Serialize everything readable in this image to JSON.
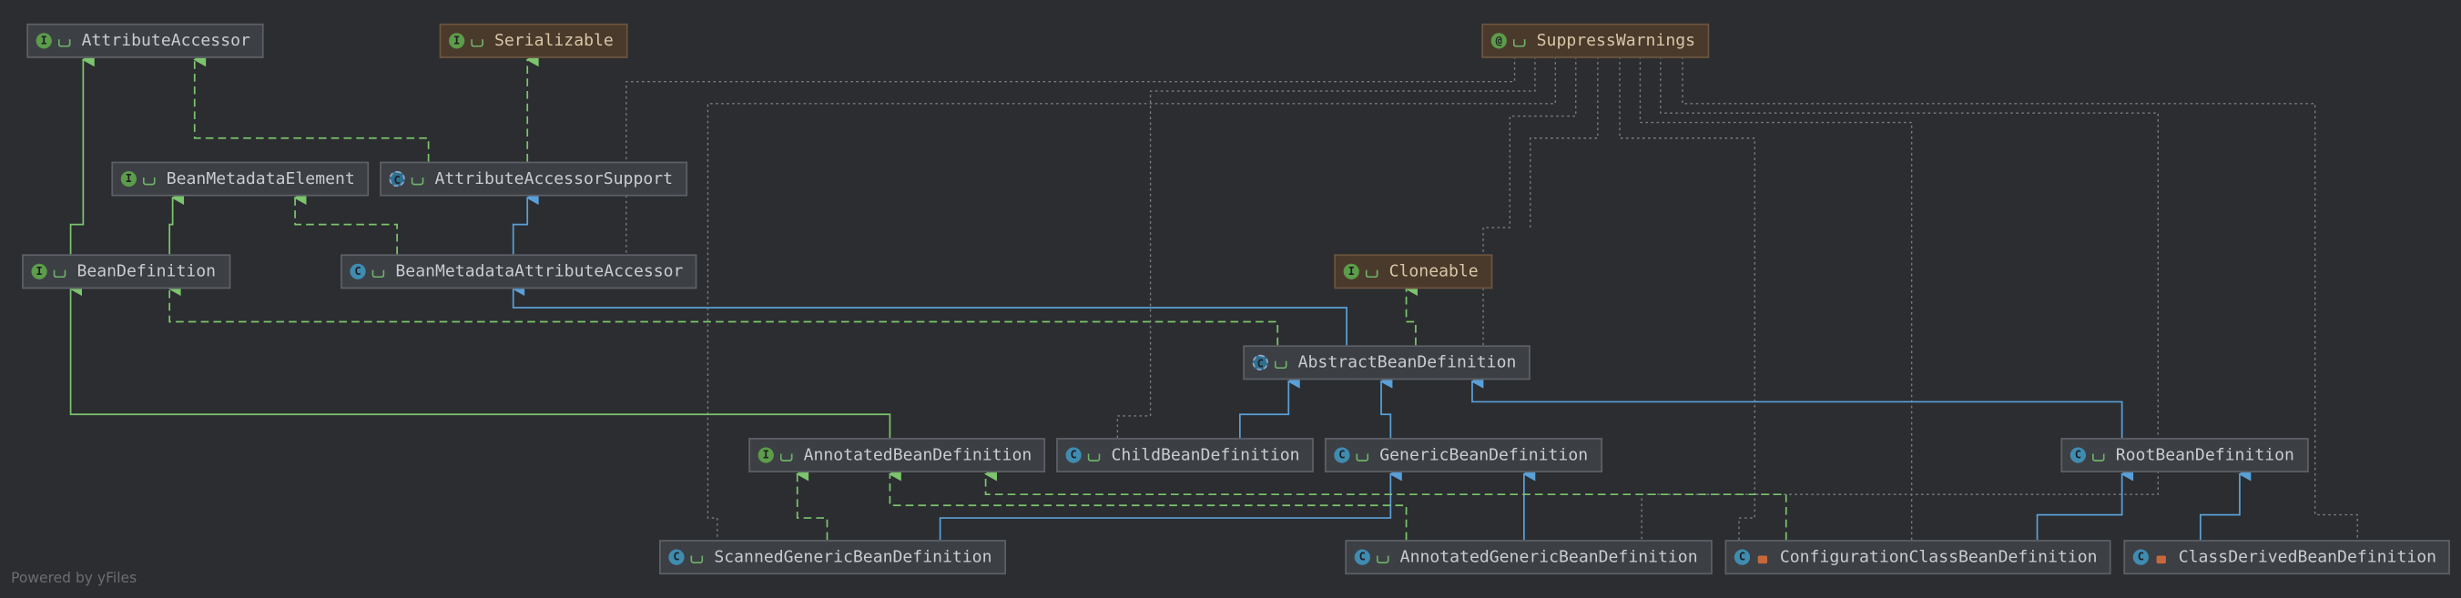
{
  "nodes": {
    "attribute_accessor": {
      "label": "AttributeAccessor",
      "kind": "interface"
    },
    "serializable": {
      "label": "Serializable",
      "kind": "interface"
    },
    "suppress_warnings": {
      "label": "SuppressWarnings",
      "kind": "annotation"
    },
    "bean_metadata_element": {
      "label": "BeanMetadataElement",
      "kind": "interface"
    },
    "attribute_accessor_support": {
      "label": "AttributeAccessorSupport",
      "kind": "abstract-class"
    },
    "bean_definition": {
      "label": "BeanDefinition",
      "kind": "interface"
    },
    "bean_metadata_attribute_accessor": {
      "label": "BeanMetadataAttributeAccessor",
      "kind": "class"
    },
    "cloneable": {
      "label": "Cloneable",
      "kind": "interface"
    },
    "abstract_bean_definition": {
      "label": "AbstractBeanDefinition",
      "kind": "abstract-class"
    },
    "annotated_bean_definition": {
      "label": "AnnotatedBeanDefinition",
      "kind": "interface"
    },
    "child_bean_definition": {
      "label": "ChildBeanDefinition",
      "kind": "class"
    },
    "generic_bean_definition": {
      "label": "GenericBeanDefinition",
      "kind": "class"
    },
    "root_bean_definition": {
      "label": "RootBeanDefinition",
      "kind": "class"
    },
    "scanned_generic_bean_definition": {
      "label": "ScannedGenericBeanDefinition",
      "kind": "class"
    },
    "annotated_generic_bean_definition": {
      "label": "AnnotatedGenericBeanDefinition",
      "kind": "class"
    },
    "configuration_class_bean_definition": {
      "label": "ConfigurationClassBeanDefinition",
      "kind": "class"
    },
    "class_derived_bean_definition": {
      "label": "ClassDerivedBeanDefinition",
      "kind": "class"
    }
  },
  "footer": "Powered by yFiles",
  "colors": {
    "background": "#2b2d30",
    "extends_edge": "#5aa0d8",
    "implements_edge": "#7cc46d",
    "annotation_edge": "#7a7d82"
  },
  "icons": {
    "interface": "interface-icon",
    "class": "class-icon",
    "abstract-class": "abstract-class-icon",
    "annotation": "annotation-icon"
  }
}
